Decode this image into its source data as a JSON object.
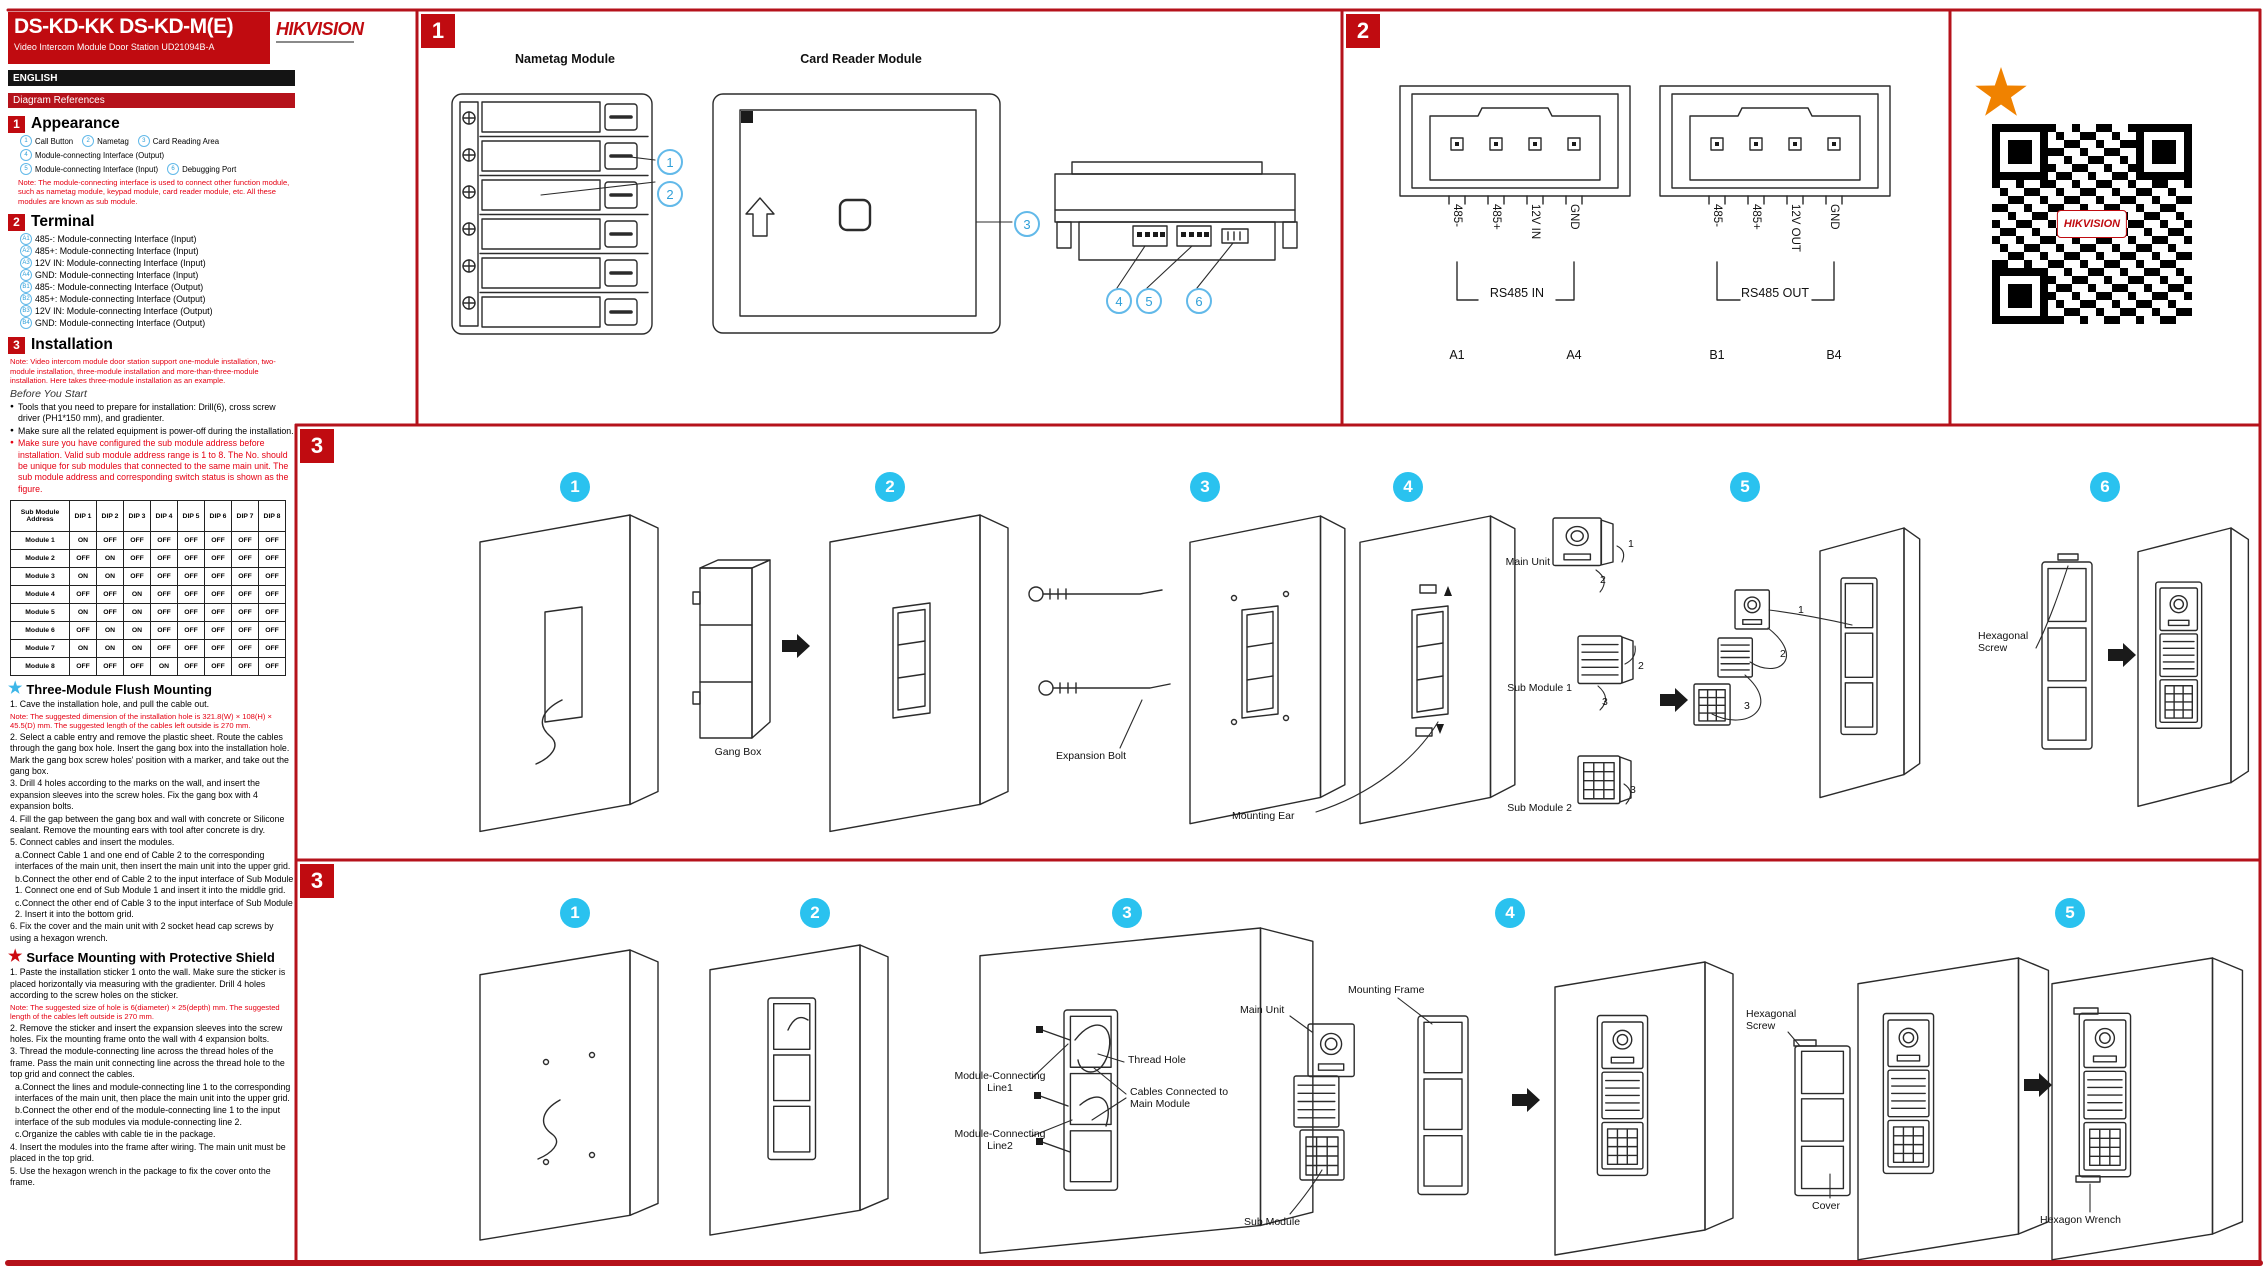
{
  "header": {
    "model": "DS-KD-KK  DS-KD-M(E)",
    "subtitle": "Video Intercom Module Door Station  UD21094B-A",
    "brand": "HIKVISION",
    "language_bar": "ENGLISH",
    "diagram_bar": "Diagram References"
  },
  "colors": {
    "brand_red": "#c00b10",
    "note_red": "#e50012",
    "step_cyan": "#2ac2ef",
    "callout_blue": "#62b9e9",
    "star_blue": "#3db6e8",
    "star_red": "#cc0a10",
    "star_orange": "#f08200",
    "black_bar": "#141414"
  },
  "appearance": {
    "num": "1",
    "title": "Appearance",
    "items": [
      {
        "n": "1",
        "label": "Call Button"
      },
      {
        "n": "2",
        "label": "Nametag"
      },
      {
        "n": "3",
        "label": "Card Reading Area"
      },
      {
        "n": "4",
        "label": "Module-connecting Interface (Output)"
      },
      {
        "n": "5",
        "label": "Module-connecting Interface (Input)"
      },
      {
        "n": "6",
        "label": "Debugging Port"
      }
    ],
    "note": "Note: The module-connecting interface is used to connect other function module, such as nametag module, keypad module, card reader module, etc. All these modules are known as sub module."
  },
  "terminal": {
    "num": "2",
    "title": "Terminal",
    "items": [
      {
        "n": "A1",
        "label": "485-: Module-connecting Interface (Input)"
      },
      {
        "n": "A2",
        "label": "485+: Module-connecting Interface (Input)"
      },
      {
        "n": "A3",
        "label": "12V IN: Module-connecting Interface (Input)"
      },
      {
        "n": "A4",
        "label": "GND: Module-connecting Interface (Input)"
      },
      {
        "n": "B1",
        "label": "485-: Module-connecting Interface (Output)"
      },
      {
        "n": "B2",
        "label": "485+: Module-connecting Interface (Output)"
      },
      {
        "n": "B3",
        "label": "12V IN: Module-connecting Interface (Output)"
      },
      {
        "n": "B4",
        "label": "GND: Module-connecting Interface (Output)"
      }
    ]
  },
  "installation": {
    "num": "3",
    "title": "Installation",
    "note": "Note: Video intercom module door station support one-module installation, two-module installation, three-module installation and more-than-three-module installation. Here takes three-module installation as an example.",
    "before": "Before You Start",
    "bullets": [
      {
        "text": "Tools that you need to prepare for installation: Drill(6), cross screw driver (PH1*150 mm), and gradienter.",
        "red": false
      },
      {
        "text": "Make sure all the related equipment is power-off during the installation.",
        "red": false
      },
      {
        "text": "Make sure you have configured the sub module address before installation. Valid sub module address range is 1 to 8. The No. should be unique for sub modules that connected to the same main unit. The sub module address and corresponding switch status is shown as the figure.",
        "red": true
      }
    ],
    "dip_table": {
      "corner": "Sub Module Address",
      "cols": [
        "DIP 1",
        "DIP 2",
        "DIP 3",
        "DIP 4",
        "DIP 5",
        "DIP 6",
        "DIP 7",
        "DIP 8"
      ],
      "rows": [
        {
          "name": "Module 1",
          "vals": [
            "ON",
            "OFF",
            "OFF",
            "OFF",
            "OFF",
            "OFF",
            "OFF",
            "OFF"
          ]
        },
        {
          "name": "Module 2",
          "vals": [
            "OFF",
            "ON",
            "OFF",
            "OFF",
            "OFF",
            "OFF",
            "OFF",
            "OFF"
          ]
        },
        {
          "name": "Module 3",
          "vals": [
            "ON",
            "ON",
            "OFF",
            "OFF",
            "OFF",
            "OFF",
            "OFF",
            "OFF"
          ]
        },
        {
          "name": "Module 4",
          "vals": [
            "OFF",
            "OFF",
            "ON",
            "OFF",
            "OFF",
            "OFF",
            "OFF",
            "OFF"
          ]
        },
        {
          "name": "Module 5",
          "vals": [
            "ON",
            "OFF",
            "ON",
            "OFF",
            "OFF",
            "OFF",
            "OFF",
            "OFF"
          ]
        },
        {
          "name": "Module 6",
          "vals": [
            "OFF",
            "ON",
            "ON",
            "OFF",
            "OFF",
            "OFF",
            "OFF",
            "OFF"
          ]
        },
        {
          "name": "Module 7",
          "vals": [
            "ON",
            "ON",
            "ON",
            "OFF",
            "OFF",
            "OFF",
            "OFF",
            "OFF"
          ]
        },
        {
          "name": "Module 8",
          "vals": [
            "OFF",
            "OFF",
            "OFF",
            "ON",
            "OFF",
            "OFF",
            "OFF",
            "OFF"
          ]
        }
      ]
    }
  },
  "flush": {
    "title": "Three-Module Flush Mounting",
    "paras": [
      {
        "text": "1. Cave the installation hole, and pull the cable out.",
        "note": false,
        "ind": false
      },
      {
        "text": "Note: The suggested dimension of the installation hole is 321.8(W) × 108(H) × 45.5(D) mm. The suggested length of the cables left outside is 270 mm.",
        "note": true,
        "ind": false
      },
      {
        "text": "2. Select a cable entry and remove the plastic sheet.  Route the cables through the gang box hole. Insert the gang box into the installation hole.  Mark the gang box screw holes' position with a marker, and take out the gang box.",
        "note": false,
        "ind": false
      },
      {
        "text": "3. Drill 4 holes according to the marks on the wall, and insert the expansion sleeves into the screw holes. Fix the gang box with 4 expansion bolts.",
        "note": false,
        "ind": false
      },
      {
        "text": "4. Fill the gap between the gang box and wall with concrete or Silicone sealant. Remove the mounting ears with tool after concrete is dry.",
        "note": false,
        "ind": false
      },
      {
        "text": "5. Connect cables and insert the modules.",
        "note": false,
        "ind": false
      },
      {
        "text": "a.Connect Cable 1 and one end of Cable 2 to the corresponding interfaces of the main unit, then insert the main unit into the upper grid.",
        "note": false,
        "ind": true
      },
      {
        "text": "b.Connect the other end of Cable 2 to the input interface of Sub Module 1. Connect one end of Sub Module 1 and insert it into the middle grid.",
        "note": false,
        "ind": true
      },
      {
        "text": "c.Connect the other end of Cable 3 to the input interface of Sub Module 2. Insert it into the bottom grid.",
        "note": false,
        "ind": true
      },
      {
        "text": "6. Fix the cover and the main unit with 2 socket head cap screws by using a hexagon wrench.",
        "note": false,
        "ind": false
      }
    ]
  },
  "surface": {
    "title": "Surface Mounting with Protective Shield",
    "paras": [
      {
        "text": "1. Paste the installation sticker 1 onto the wall. Make sure the sticker is placed horizontally via measuring with the gradienter. Drill 4 holes according to the screw holes on the sticker.",
        "note": false,
        "ind": false
      },
      {
        "text": "Note: The suggested size of hole is 6(diameter) × 25(depth) mm. The suggested length of the cables left outside is 270 mm.",
        "note": true,
        "ind": false
      },
      {
        "text": "2. Remove the sticker and insert the expansion sleeves into the screw holes. Fix the mounting frame onto the wall with 4 expansion bolts.",
        "note": false,
        "ind": false
      },
      {
        "text": "3. Thread the module-connecting line across the thread holes of the frame. Pass the main unit connecting line across the thread hole to the top grid and connect the cables.",
        "note": false,
        "ind": false
      },
      {
        "text": "a.Connect the lines and module-connecting line 1 to the corresponding interfaces of the main unit, then place the main unit into the upper grid.",
        "note": false,
        "ind": true
      },
      {
        "text": "b.Connect the other end of the module-connecting line 1 to the input interface of the sub modules via module-connecting line 2.",
        "note": false,
        "ind": true
      },
      {
        "text": "c.Organize the cables with cable tie in the package.",
        "note": false,
        "ind": true
      },
      {
        "text": "4. Insert the modules into the frame after wiring. The main unit must be placed in the top grid.",
        "note": false,
        "ind": false
      },
      {
        "text": "5. Use the hexagon wrench in the package to fix the cover onto the frame.",
        "note": false,
        "ind": false
      }
    ]
  },
  "panel1": {
    "num": "1",
    "nametag_title": "Nametag Module",
    "card_reader_title": "Card Reader Module",
    "callouts": [
      "1",
      "2",
      "3",
      "4",
      "5",
      "6"
    ]
  },
  "panel2": {
    "num": "2",
    "rs485_in": {
      "pins": [
        "485-",
        "485+",
        "12V IN",
        "GND"
      ],
      "label": "RS485 IN",
      "start": "A1",
      "end": "A4"
    },
    "rs485_out": {
      "pins": [
        "485-",
        "485+",
        "12V OUT",
        "GND"
      ],
      "label": "RS485 OUT",
      "start": "B1",
      "end": "B4"
    }
  },
  "flush_diagram": {
    "num": "3",
    "steps": [
      "1",
      "2",
      "3",
      "4",
      "5",
      "6"
    ],
    "labels": {
      "gang_box": "Gang Box",
      "expansion_bolt": "Expansion Bolt",
      "mounting_ear": "Mounting Ear",
      "main_unit": "Main Unit",
      "sub_module_1": "Sub Module 1",
      "sub_module_2": "Sub Module 2",
      "hexagonal_screw": "Hexagonal Screw"
    },
    "wire_numbers": {
      "one": "1",
      "two": "2",
      "three": "3"
    }
  },
  "surface_diagram": {
    "num": "3",
    "steps": [
      "1",
      "2",
      "3",
      "4",
      "5"
    ],
    "labels": {
      "mounting_frame": "Mounting Frame",
      "main_unit": "Main Unit",
      "line1": "Module-Connecting Line1",
      "thread_hole": "Thread Hole",
      "cables": "Cables Connected to Main Module",
      "line2": "Module-Connecting Line2",
      "sub_module": "Sub Module",
      "hexagonal_screw": "Hexagonal Screw",
      "cover": "Cover",
      "hexagon_wrench": "Hexagon Wrench"
    }
  }
}
